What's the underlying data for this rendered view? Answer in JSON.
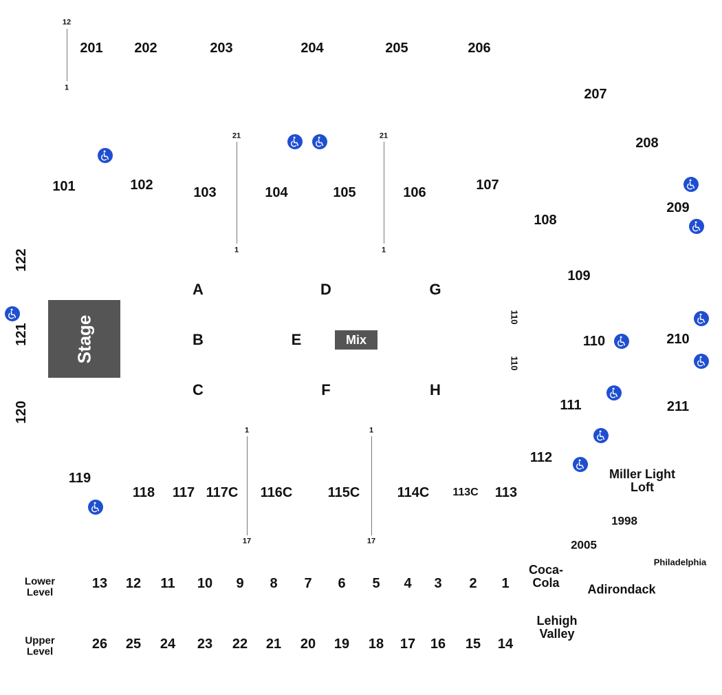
{
  "stage": {
    "label": "Stage"
  },
  "mix": {
    "label": "Mix"
  },
  "colors": {
    "block": "#555555",
    "accessible": "#1f4fd1",
    "text": "#111111"
  },
  "sections_200": [
    "201",
    "202",
    "203",
    "204",
    "205",
    "206",
    "207",
    "208",
    "209",
    "210",
    "211"
  ],
  "sections_100": [
    "101",
    "102",
    "103",
    "104",
    "105",
    "106",
    "107",
    "108",
    "109",
    "110",
    "111",
    "112",
    "113",
    "113C",
    "114C",
    "115C",
    "116C",
    "117C",
    "117",
    "118",
    "119",
    "120",
    "121",
    "122"
  ],
  "section_110_side": "110",
  "pit_sections": [
    "A",
    "B",
    "C",
    "D",
    "E",
    "F",
    "G",
    "H"
  ],
  "row_markers": {
    "r12": "12",
    "r1": "1",
    "r21": "21",
    "r17": "17"
  },
  "lower_level": {
    "label": "Lower Level",
    "numbers": [
      "13",
      "12",
      "11",
      "10",
      "9",
      "8",
      "7",
      "6",
      "5",
      "4",
      "3",
      "2",
      "1"
    ]
  },
  "upper_level": {
    "label": "Upper Level",
    "numbers": [
      "26",
      "25",
      "24",
      "23",
      "22",
      "21",
      "20",
      "19",
      "18",
      "17",
      "16",
      "15",
      "14"
    ]
  },
  "boxes": {
    "miller_light": "Miller Light Loft",
    "year_1998": "1998",
    "year_2005": "2005",
    "philadelphia": "Philadelphia",
    "coca_cola": "Coca-Cola",
    "adirondack": "Adirondack",
    "lehigh_valley": "Lehigh Valley"
  },
  "icons": {
    "accessible": "wheelchair-accessible-icon"
  }
}
